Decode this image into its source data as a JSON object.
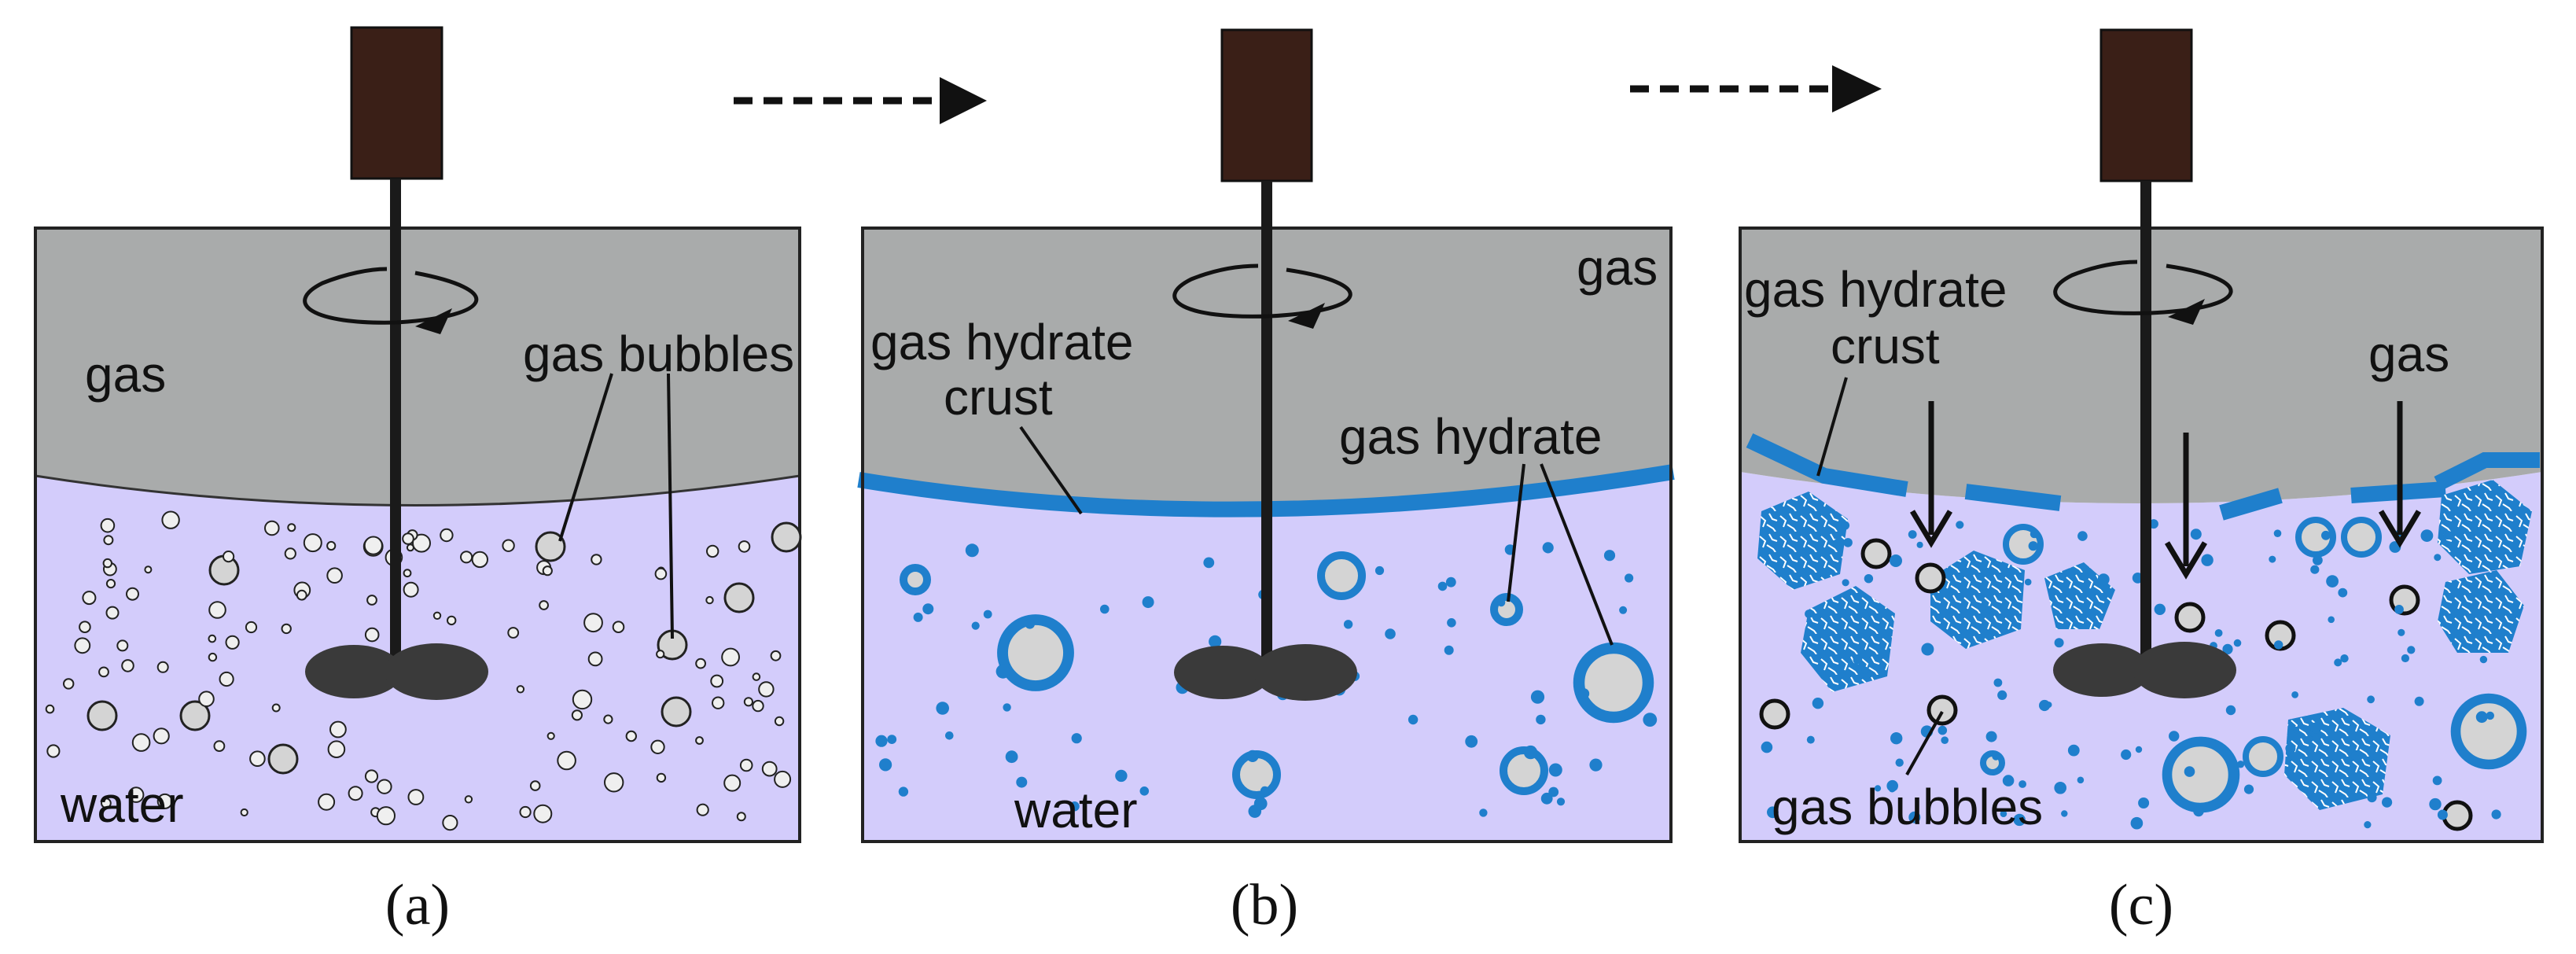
{
  "colors": {
    "gas": "#a9abab",
    "water": "#d3ccfb",
    "hydrate": "#1f7fcc",
    "motor": "#3a1f17",
    "shaft": "#1a1a1a",
    "impeller": "#3a3a3a",
    "bubble": "#d4d4d4"
  },
  "panels": [
    {
      "id": "a",
      "caption": "(a)",
      "labels": {
        "gas": "gas",
        "gas_bubbles": "gas bubbles",
        "water": "water"
      }
    },
    {
      "id": "b",
      "caption": "(b)",
      "labels": {
        "gas": "gas",
        "crust_line1": "gas hydrate",
        "crust_line2": "crust",
        "gas_hydrate": "gas hydrate",
        "water": "water"
      }
    },
    {
      "id": "c",
      "caption": "(c)",
      "labels": {
        "crust_line1": "gas hydrate",
        "crust_line2": "crust",
        "gas": "gas",
        "gas_bubbles": "gas bubbles"
      }
    }
  ],
  "icons": [
    "stirrer-motor-icon",
    "rotation-arrow-icon",
    "impeller-icon",
    "dashed-arrow-icon",
    "gas-bubble-icon",
    "hydrate-shell-icon",
    "hydrate-cluster-icon",
    "down-arrow-icon"
  ]
}
